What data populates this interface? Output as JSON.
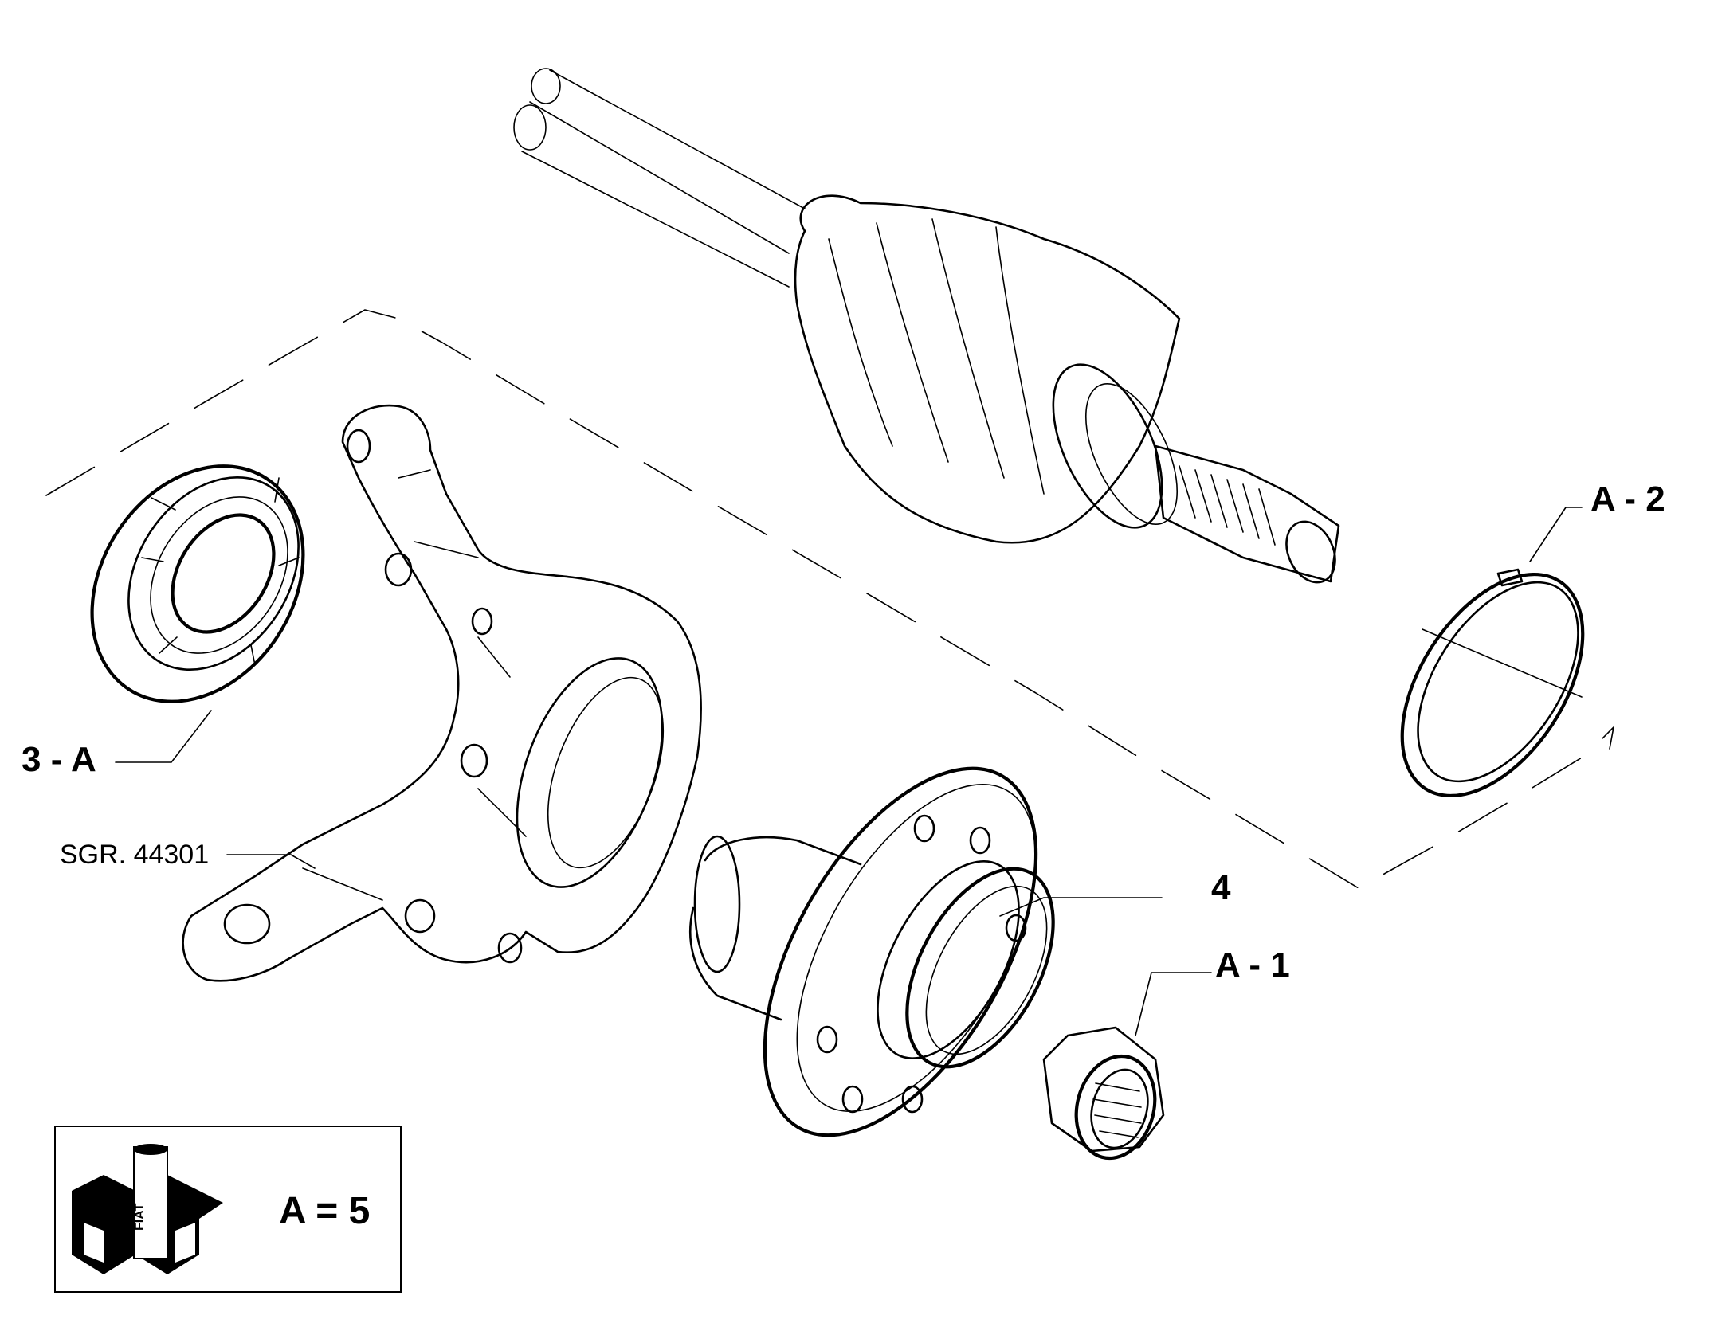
{
  "labels": {
    "bearing": "3 - A",
    "circlip": "A - 2",
    "hub": "4",
    "nut": "A - 1",
    "knuckle_ref": "SGR. 44301"
  },
  "legend": {
    "text": "A = 5",
    "icon": "fiat-grease-tube-pack-icon",
    "icon_text": "FIAT"
  },
  "colors": {
    "ink": "#000000",
    "background": "#ffffff"
  }
}
